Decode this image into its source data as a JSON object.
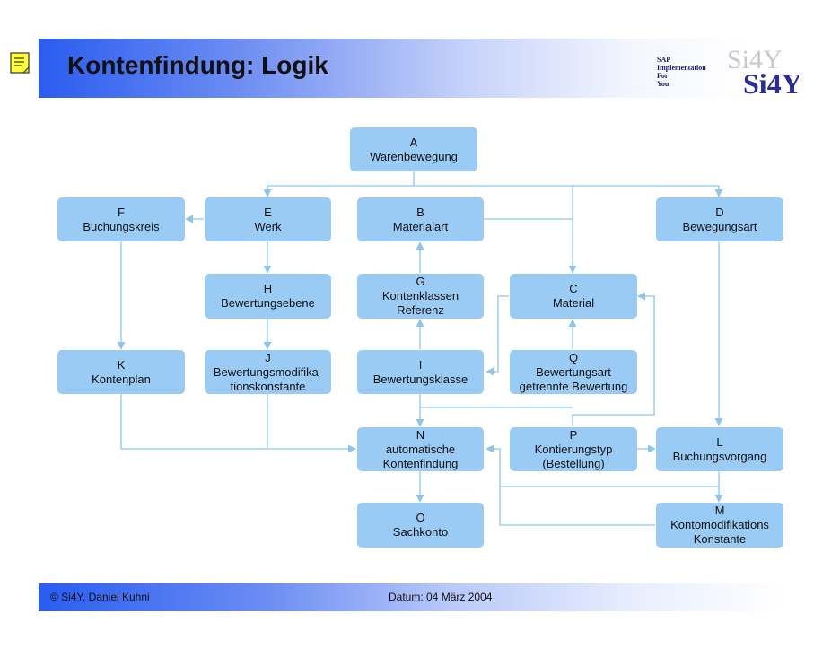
{
  "header": {
    "title": "Kontenfindung: Logik",
    "brand_lines": [
      "SAP",
      "Implementation",
      "For",
      "You"
    ],
    "logo_text": "Si4Y",
    "note_icon": "note-icon"
  },
  "diagram": {
    "boxes": {
      "A": [
        "A",
        "Warenbewegung"
      ],
      "B": [
        "B",
        "Materialart"
      ],
      "C": [
        "C",
        "Material"
      ],
      "D": [
        "D",
        "Bewegungsart"
      ],
      "E": [
        "E",
        "Werk"
      ],
      "F": [
        "F",
        "Buchungskreis"
      ],
      "G": [
        "G",
        "Kontenklassen",
        "Referenz"
      ],
      "H": [
        "H",
        "Bewertungsebene"
      ],
      "I": [
        "I",
        "Bewertungsklasse"
      ],
      "J": [
        "J",
        "Bewertungsmodifika-",
        "tionskonstante"
      ],
      "K": [
        "K",
        "Kontenplan"
      ],
      "L": [
        "L",
        "Buchungsvorgang"
      ],
      "M": [
        "M",
        "Kontomodifikations",
        "Konstante"
      ],
      "N": [
        "N",
        "automatische",
        "Kontenfindung"
      ],
      "O": [
        "O",
        "Sachkonto"
      ],
      "P": [
        "P",
        "Kontierungstyp",
        "(Bestellung)"
      ],
      "Q": [
        "Q",
        "Bewertungsart",
        "getrennte Bewertung"
      ]
    }
  },
  "footer": {
    "copyright": "© Si4Y, Daniel Kuhni",
    "date": "Datum: 04 März 2004"
  },
  "colors": {
    "box_fill": "#99cbf5",
    "connector": "#8cc6f0",
    "header_blue": "#2a5cf0"
  }
}
